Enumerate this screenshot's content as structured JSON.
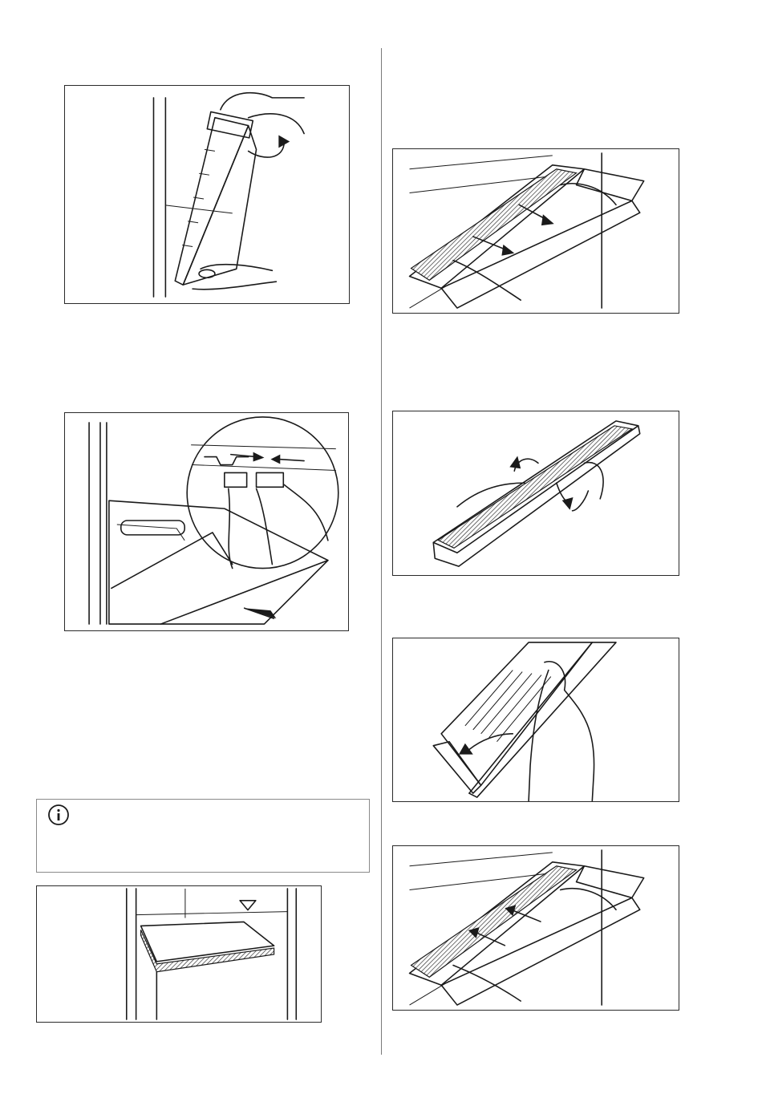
{
  "page": {
    "info_note": {
      "icon": "info-icon",
      "text": ""
    },
    "figures": [
      {
        "id": "fig-1",
        "icon": "hand-tilting-shelf-illustration"
      },
      {
        "id": "fig-2",
        "icon": "shelf-clip-release-illustration"
      },
      {
        "id": "fig-3",
        "icon": "shelf-inserted-illustration"
      },
      {
        "id": "fig-4",
        "icon": "filter-pull-out-illustration"
      },
      {
        "id": "fig-5",
        "icon": "filter-rotate-illustration"
      },
      {
        "id": "fig-6",
        "icon": "filter-open-cover-illustration"
      },
      {
        "id": "fig-7",
        "icon": "filter-push-in-illustration"
      }
    ]
  }
}
